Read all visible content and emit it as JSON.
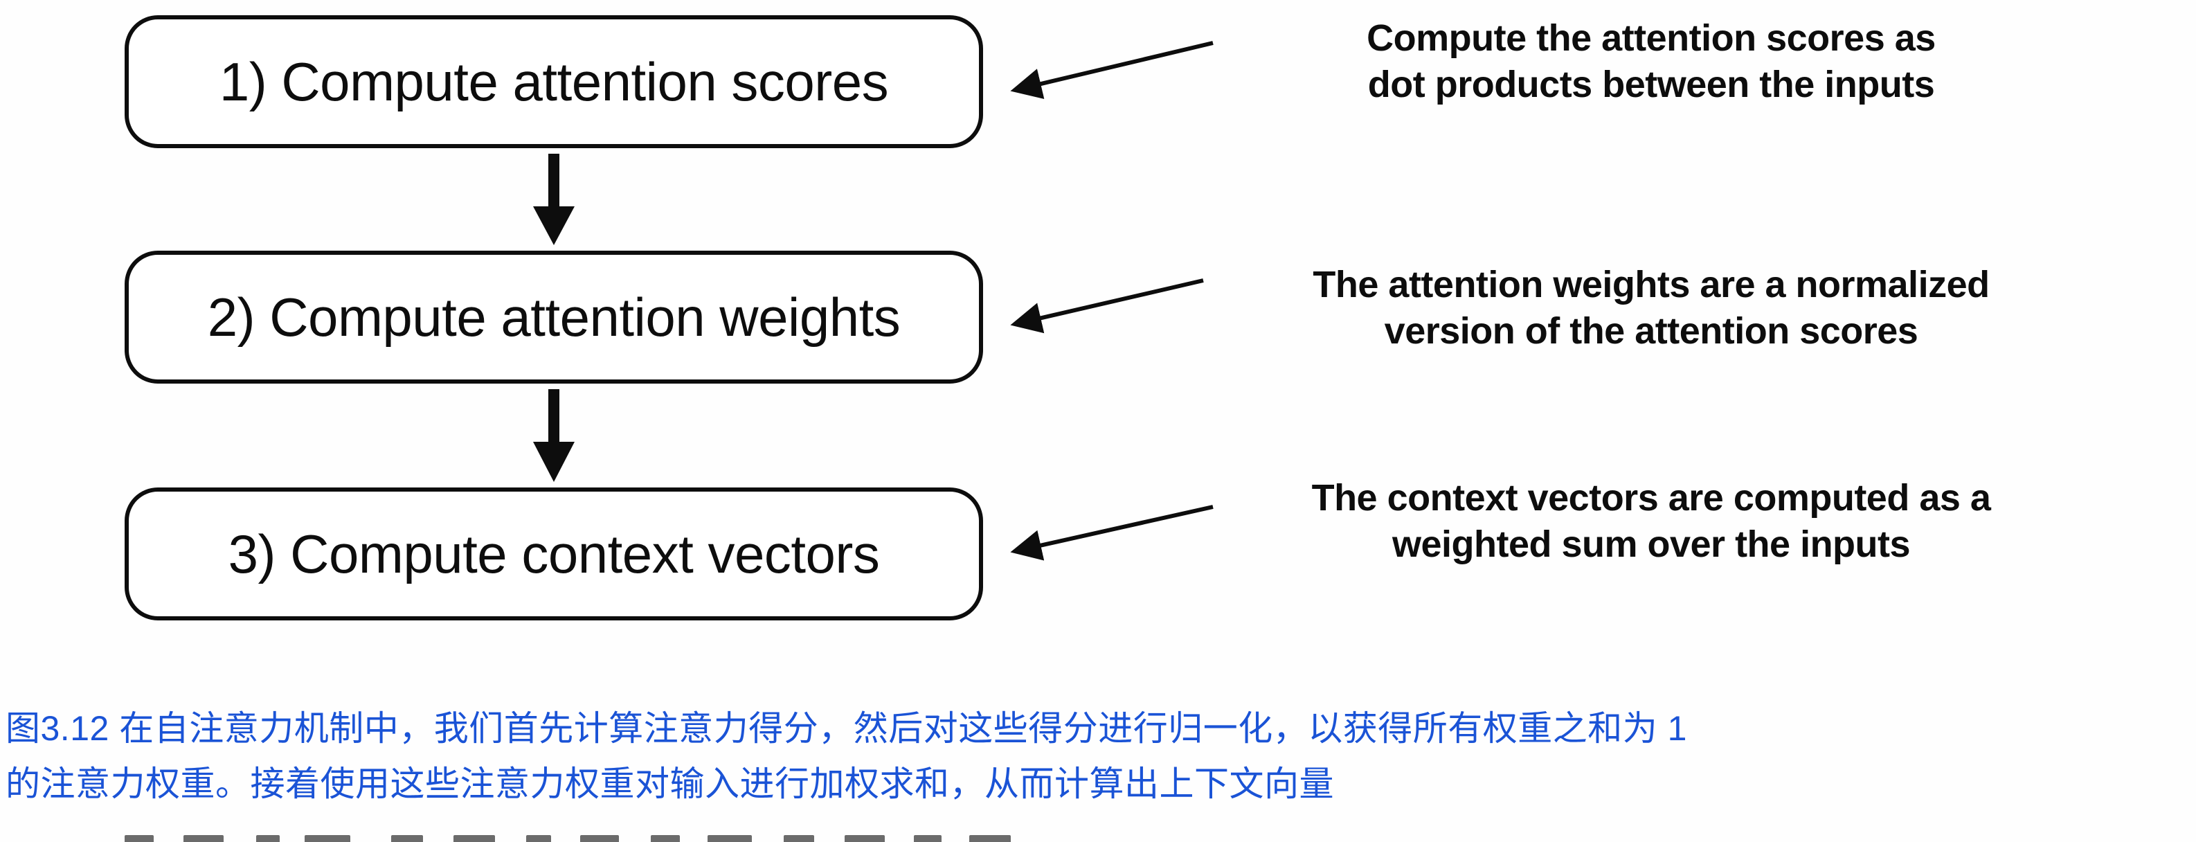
{
  "figure": {
    "steps": [
      {
        "label": "1) Compute attention scores",
        "note_lines": [
          "Compute the attention scores as",
          "dot products between the inputs"
        ]
      },
      {
        "label": "2) Compute attention weights",
        "note_lines": [
          "The attention weights are a normalized",
          "version of the attention scores"
        ]
      },
      {
        "label": "3) Compute context vectors",
        "note_lines": [
          "The context vectors are computed as a",
          "weighted sum over the inputs"
        ]
      }
    ],
    "box_border_color": "#0d0d0d",
    "arrow_color": "#0d0d0d"
  },
  "caption": {
    "lines": [
      "图3.12 在自注意力机制中，我们首先计算注意力得分，然后对这些得分进行归一化，以获得所有权重之和为 1",
      "的注意力权重。接着使用这些注意力权重对输入进行加权求和，从而计算出上下文向量"
    ],
    "color": "#1a53d6"
  }
}
